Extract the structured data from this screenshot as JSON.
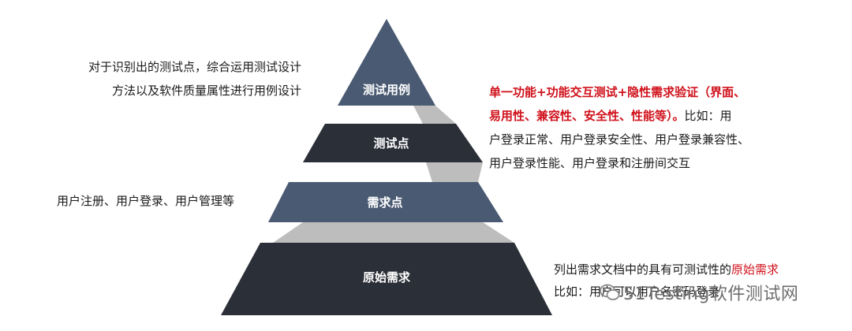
{
  "pyramid": {
    "layers": [
      {
        "label": "测试用例",
        "color": "#4a5a72"
      },
      {
        "label": "测试点",
        "color": "#2b2f38"
      },
      {
        "label": "需求点",
        "color": "#4a5a72"
      },
      {
        "label": "原始需求",
        "color": "#2b2f38"
      }
    ],
    "connector_color": "#bdbdbd"
  },
  "notes": {
    "left_top": [
      "对于识别出的测试点，综合运用测试设计",
      "方法以及软件质量属性进行用例设计"
    ],
    "left_mid": "用户注册、用户登录、用户管理等",
    "right_mid": {
      "red_line1": "单一功能+功能交互测试+隐性需求验证（界面、",
      "red_line2": "易用性、兼容性、安全性、性能等）。",
      "black_line2": "比如：用",
      "line3": "户登录正常、用户登录安全性、用户登录兼容性、",
      "line4": "用户登录性能、用户登录和注册间交互"
    },
    "right_bottom": {
      "line1_prefix": "列出需求文档中的具有可测试性的",
      "line1_highlight": "原始需求",
      "line2": "比如：用户可以用户名密码登录"
    }
  },
  "watermark": {
    "text": "51Testing软件测试网",
    "icon": "wechat-icon"
  }
}
